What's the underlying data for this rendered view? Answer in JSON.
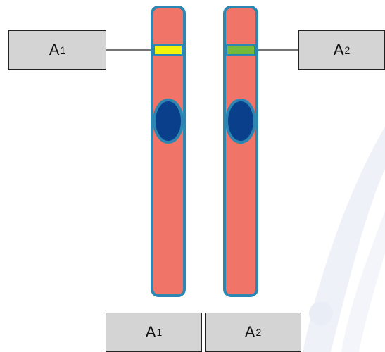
{
  "colors": {
    "chromosome_fill": "#f07468",
    "chromosome_outline": "#2b86b2",
    "centromere": "#0a3f8c",
    "allele_a1_band": "#f2f20a",
    "allele_a2_band": "#76b83a",
    "box_fill": "#d4d4d4",
    "connector_line": "#222222",
    "watermark": "#eef1f7"
  },
  "chromosomes": [
    {
      "name": "left-chromosome",
      "band_color": "allele_a1_band"
    },
    {
      "name": "right-chromosome",
      "band_color": "allele_a2_band"
    }
  ],
  "labels": {
    "top_left": {
      "base": "A",
      "sub": "1"
    },
    "top_right": {
      "base": "A",
      "sub": "2"
    },
    "bottom_left": {
      "base": "A",
      "sub": "1"
    },
    "bottom_right": {
      "base": "A",
      "sub": "2"
    }
  }
}
